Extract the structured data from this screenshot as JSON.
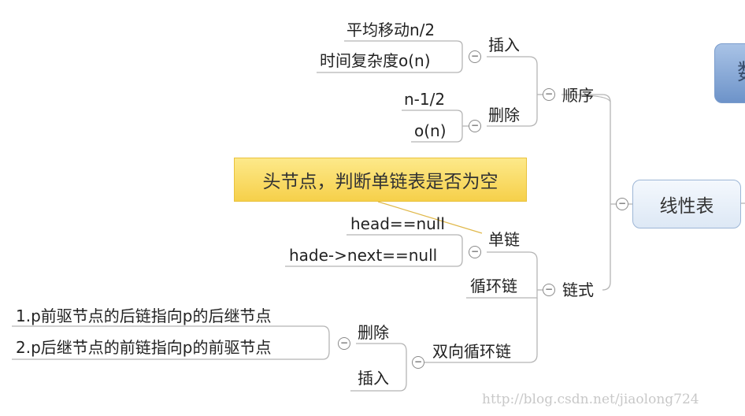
{
  "root": {
    "label": "数"
  },
  "center": {
    "label": "线性表"
  },
  "sequential": {
    "label": "顺序",
    "insert": {
      "label": "插入",
      "items": [
        "平均移动n/2",
        "时间复杂度o(n)"
      ]
    },
    "delete": {
      "label": "删除",
      "items": [
        "n-1/2",
        "o(n)"
      ]
    }
  },
  "linked": {
    "label": "链式",
    "single": {
      "label": "单链",
      "items": [
        "head==null",
        "hade->next==null"
      ],
      "callout": "头节点，判断单链表是否为空"
    },
    "circular": {
      "label": "循环链"
    },
    "double_circular": {
      "label": "双向循环链",
      "delete": {
        "label": "删除",
        "items": [
          "1.p前驱节点的后链指向p的后继节点",
          "2.p后继节点的前链指向p的前驱节点"
        ]
      },
      "insert": {
        "label": "插入"
      }
    }
  },
  "collapse_symbol": "−",
  "watermark": "http://blog.csdn.net/jiaolong724"
}
